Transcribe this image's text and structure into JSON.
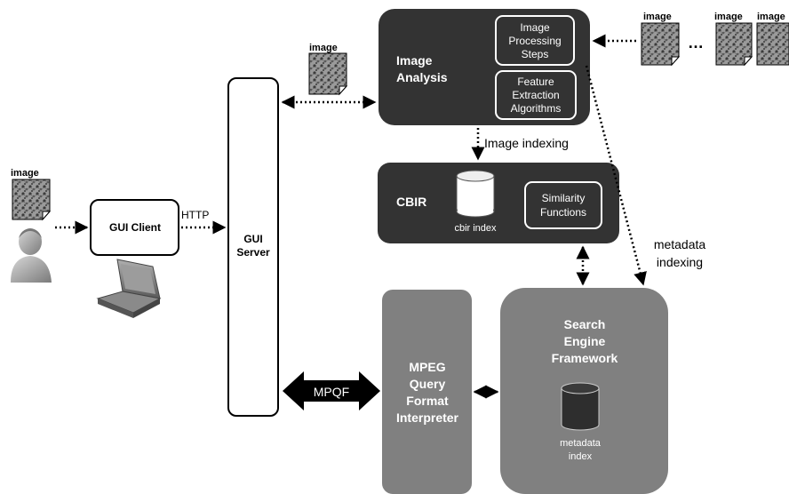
{
  "labels": {
    "image": "image",
    "gui_client": "GUI Client",
    "http": "HTTP",
    "gui_server_line1": "GUI",
    "gui_server_line2": "Server",
    "image_analysis_line1": "Image",
    "image_analysis_line2": "Analysis",
    "ips_line1": "Image",
    "ips_line2": "Processing",
    "ips_line3": "Steps",
    "fea_line1": "Feature",
    "fea_line2": "Extraction",
    "fea_line3": "Algorithms",
    "image_indexing": "Image indexing",
    "cbir": "CBIR",
    "cbir_index": "cbir index",
    "sim_line1": "Similarity",
    "sim_line2": "Functions",
    "metadata_indexing_line1": "metadata",
    "metadata_indexing_line2": "indexing",
    "mpqf": "MPQF",
    "mpeg_line1": "MPEG",
    "mpeg_line2": "Query",
    "mpeg_line3": "Format",
    "mpeg_line4": "Interpreter",
    "sef_line1": "Search",
    "sef_line2": "Engine",
    "sef_line3": "Framework",
    "metadata_index_line1": "metadata",
    "metadata_index_line2": "index",
    "ellipsis": "…"
  },
  "icons": [
    "image-thumbnail-icon",
    "user-icon",
    "laptop-icon",
    "database-icon"
  ],
  "colors": {
    "dark_box": "#333333",
    "grey_box": "#808080",
    "arrow": "#000000"
  }
}
